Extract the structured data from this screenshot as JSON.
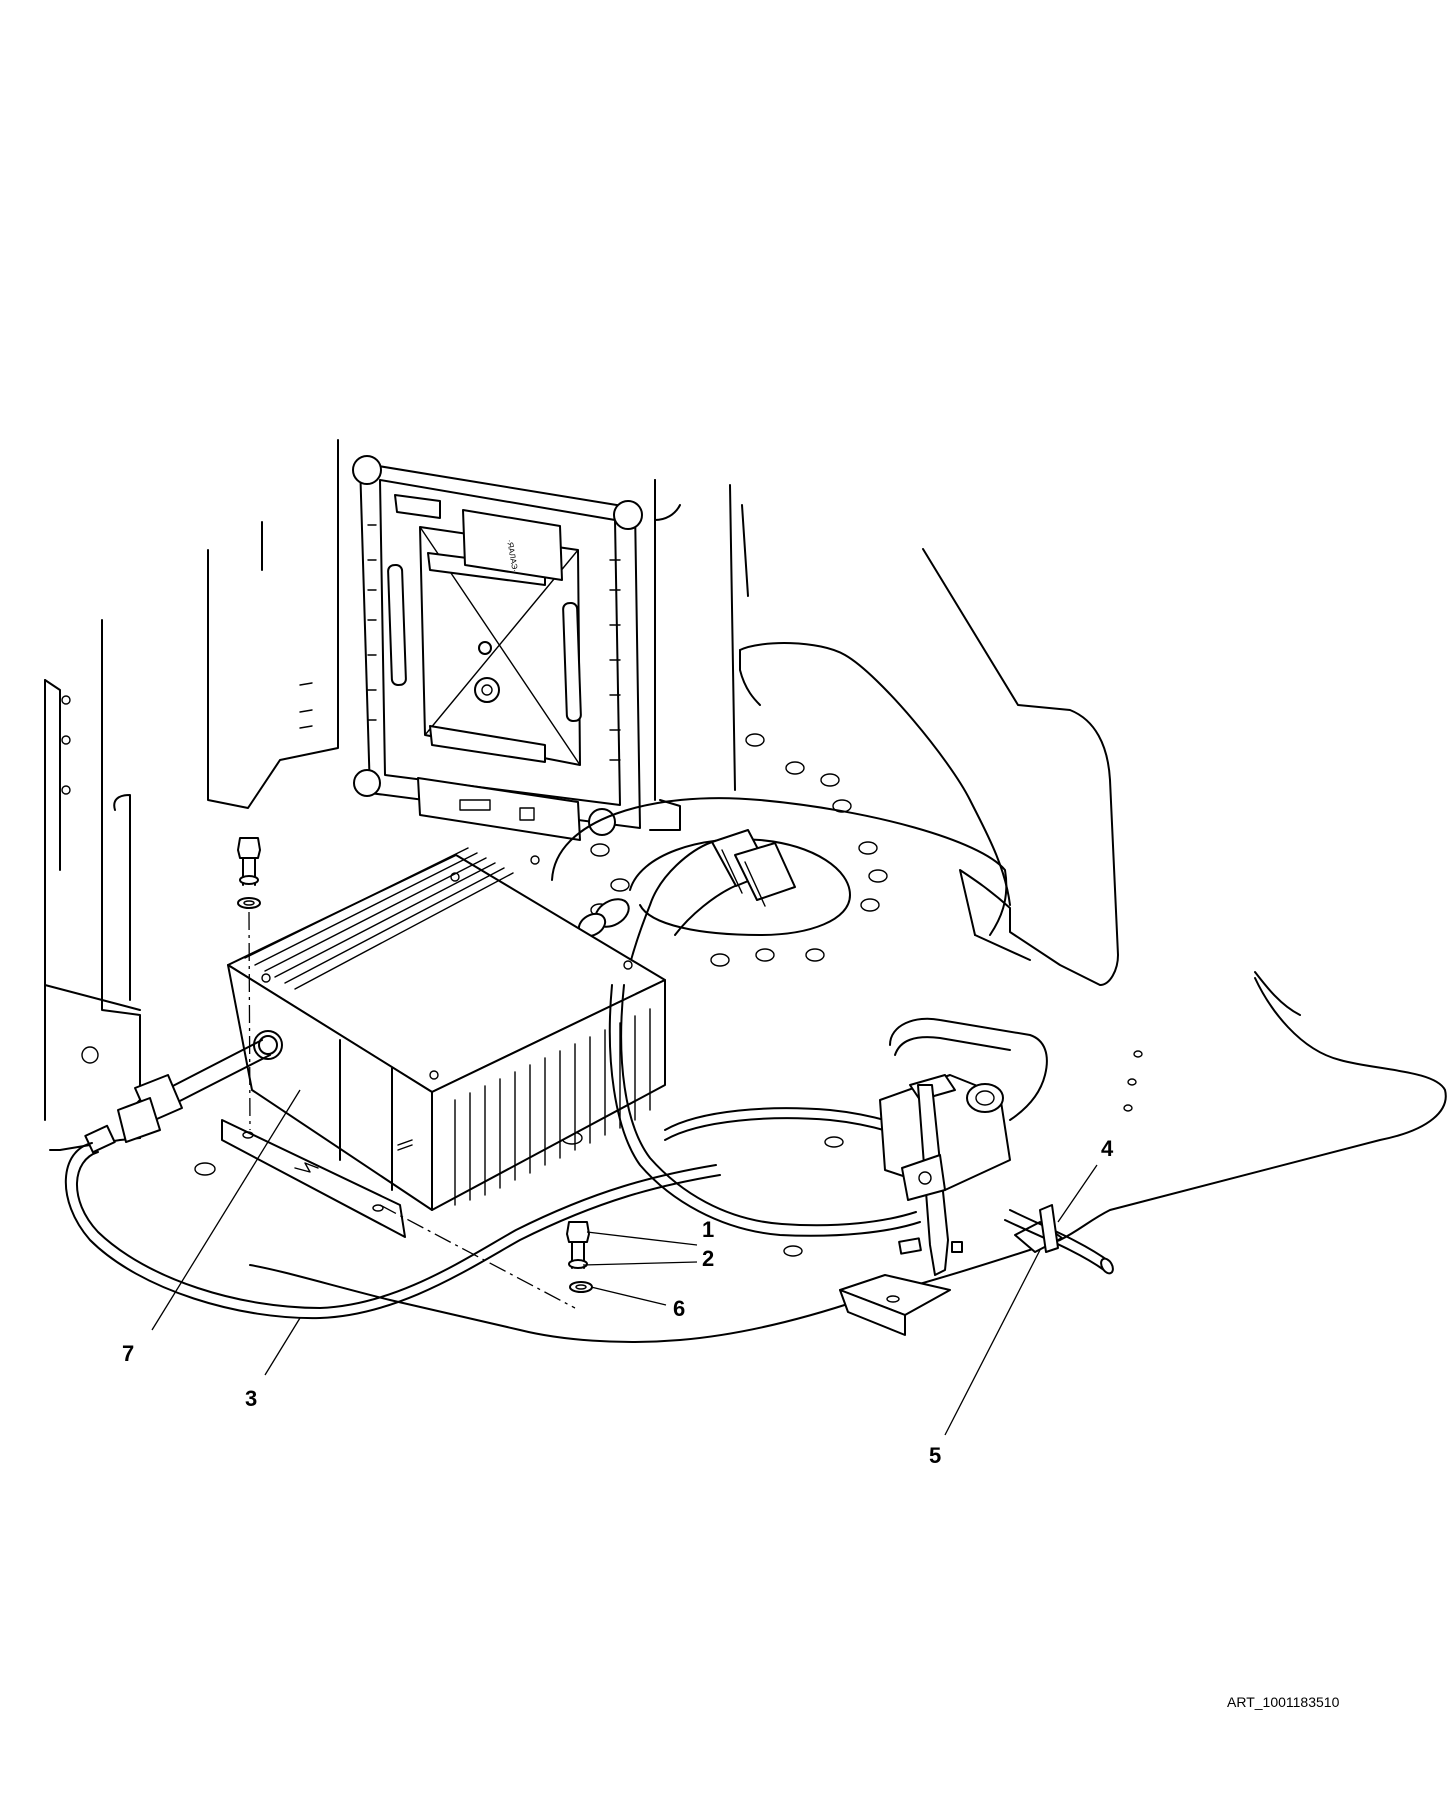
{
  "callouts": [
    {
      "id": "1",
      "label": "1"
    },
    {
      "id": "2",
      "label": "2"
    },
    {
      "id": "3",
      "label": "3"
    },
    {
      "id": "4",
      "label": "4"
    },
    {
      "id": "5",
      "label": "5"
    },
    {
      "id": "6",
      "label": "6"
    },
    {
      "id": "7",
      "label": "7"
    }
  ],
  "art_id": "ART_1001183510"
}
